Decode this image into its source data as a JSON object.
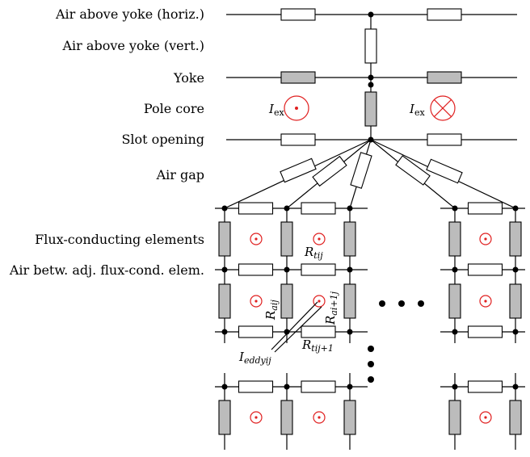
{
  "labels": {
    "air_above_yoke_horiz": "Air above yoke (horiz.)",
    "air_above_yoke_vert": "Air above yoke (vert.)",
    "yoke": "Yoke",
    "pole_core": "Pole core",
    "slot_opening": "Slot opening",
    "air_gap": "Air gap",
    "flux_conducting": "Flux-conducting elements",
    "air_between": "Air betw. adj. flux-cond. elem."
  },
  "symbols": {
    "i_ex_left": {
      "main": "I",
      "sub": "ex"
    },
    "i_ex_right": {
      "main": "I",
      "sub": "ex"
    },
    "r_tij": {
      "main": "R",
      "sub": "tij"
    },
    "r_aij": {
      "main": "R",
      "sub": "aij"
    },
    "r_ai1j": {
      "main": "R",
      "sub": "ai+1j"
    },
    "r_tij1": {
      "main": "R",
      "sub": "tij+1"
    },
    "i_eddy": {
      "main": "I",
      "sub": "eddyij"
    }
  },
  "colors": {
    "line": "#000000",
    "resistor_fill_white": "#ffffff",
    "resistor_fill_gray": "#bcbcbc",
    "current_marker": "#e02020"
  }
}
